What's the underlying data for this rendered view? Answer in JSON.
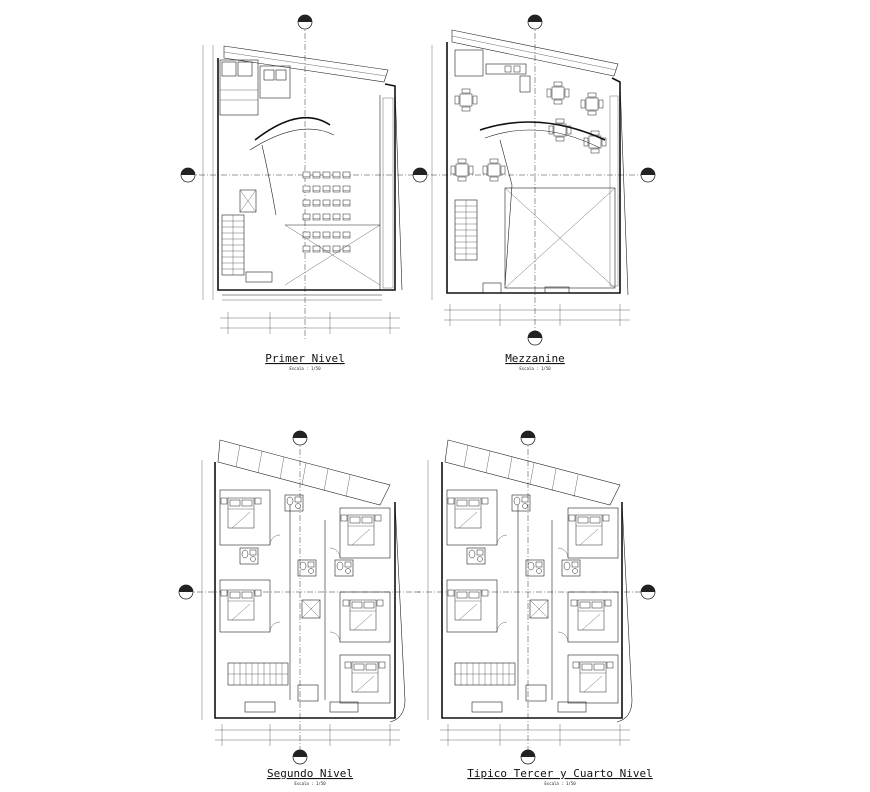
{
  "plans": [
    {
      "id": "primer",
      "title": "Primer Nivel",
      "scale": "Escala : 1/50"
    },
    {
      "id": "mezzanine",
      "title": "Mezzanine",
      "scale": "Escala : 1/50"
    },
    {
      "id": "segundo",
      "title": "Segundo Nivel",
      "scale": "Escala : 1/50"
    },
    {
      "id": "tipico",
      "title": "Tipico Tercer y Cuarto Nivel",
      "scale": "Escala : 1/50"
    }
  ]
}
